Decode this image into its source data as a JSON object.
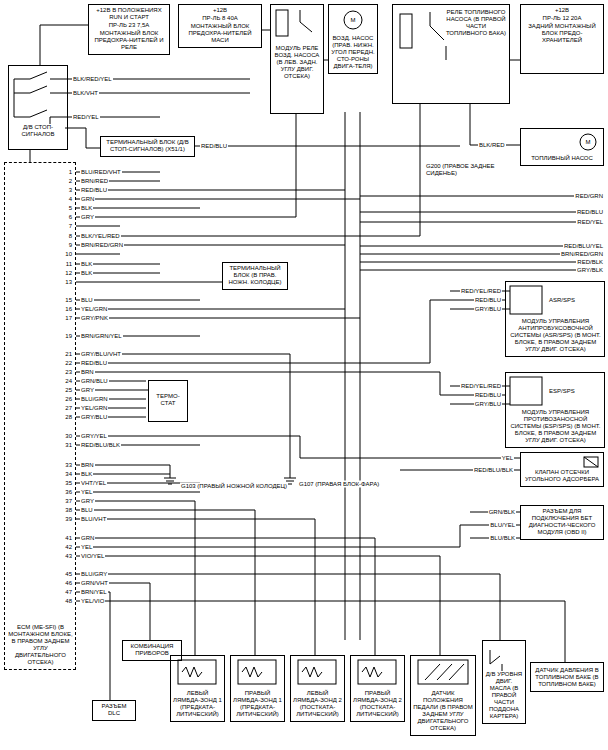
{
  "diagram": {
    "nodes": [
      {
        "text": [
          "+12В В ПОЛОЖЕНИЯХ RUN И СТАРТ",
          "ПР-ЛЬ 23 7,5А",
          "МОНТАЖНЫЙ БЛОК ПРЕДОХРА-НИТЕЛЕЙ И РЕЛЕ"
        ]
      },
      {
        "text": [
          "+12В",
          "ПР-ЛЬ 8 40А",
          "МОНТАЖНЫЙ БЛОК ПРЕДОХРА-НИТЕЛЕЙ МАСИ"
        ]
      },
      {
        "text": [
          "МОДУЛЬ РЕЛЕ ВОЗД. НАСОСА (В ЛЕВ. ЗАДН. УГЛУ ДВИГ. ОТСЕКА)"
        ]
      },
      {
        "text": [
          "ВОЗД. НАСОС (ПРАВ. НИЖН. УГОЛ ПЕРЕДН. СТО-РОНЫ ДВИГА-ТЕЛЯ)"
        ]
      },
      {
        "text": [
          "РЕЛЕ ТОПЛИВНОГО НАСОСА (В ПРАВОЙ ЧАСТИ ТОПЛИВНОГО БАКА)"
        ]
      },
      {
        "text": [
          "+12В",
          "ПР-ЛЬ 12 20А",
          "ЗАДНИЙ МОНТАЖНЫЙ БЛОК ПРЕДО-ХРАНИТЕЛЕЙ"
        ]
      },
      {
        "text": [
          "Д/В СТОП-СИГНАЛОВ"
        ]
      },
      {
        "text": [
          "ТЕРМИНАЛЬНЫЙ БЛОК (Д/В СТОП-СИГНАЛОВ) (X51/1)"
        ]
      },
      {
        "text": [
          "ТОПЛИВНЫЙ НАСОС"
        ]
      },
      {
        "text": [
          "ECM (ME-SFI) (В МОНТАЖНОМ БЛОКЕ, В ПРАВОМ ЗАДНЕМ УГЛУ ДВИГАТЕЛЬНОГО ОТСЕКА)"
        ]
      },
      {
        "text": [
          "ТЕРМИНАЛЬНЫЙ БЛОК (В ПРАВ. НОЖН. КОЛОДЦЕ)"
        ]
      },
      {
        "text": [
          "ТЕРМО-СТАТ"
        ]
      },
      {
        "text": [
          "МОДУЛЬ УПРАВЛЕНИЯ АНТИПРОБУКСОВОЧНОЙ СИСТЕМЫ (ASR/SPS) (В МОНТ. БЛОКЕ, В ПРАВОМ ЗАДНЕМ УГЛУ ДВИГ. ОТСЕКА)"
        ]
      },
      {
        "text": [
          "МОДУЛЬ УПРАВЛЕНИЯ ПРОТИВОЗАНОСНОЙ СИСТЕМЫ (ESP/SPS) (В МОНТ. БЛОКЕ, В ПРАВОМ ЗАДНЕМ УГЛУ ДВИГ. ОТСЕКА)"
        ]
      },
      {
        "text": [
          "КЛАПАН ОТСЕЧКИ УГОЛЬНОГО АДСОРБЕРА"
        ]
      },
      {
        "text": [
          "РАЗЪЕМ ДЛЯ ПОДКЛЮЧЕНИЯ БЕТ ДИАГНОСТИ-ЧЕСКОГО МОДУЛЯ (OBD II)"
        ]
      },
      {
        "text": [
          "КОМБИНАЦИЯ ПРИБОРОВ"
        ]
      },
      {
        "text": [
          "РАЗЪЕМ DLC"
        ]
      },
      {
        "text": [
          "ЛЕВЫЙ ЛЯМБДА-ЗОНД 1 (ПРЕДКАТА-ЛИТИЧЕСКИЙ)"
        ]
      },
      {
        "text": [
          "ПРАВЫЙ ЛЯМБДА-ЗОНД 1 (ПРЕДКАТА-ЛИТИЧЕСКИЙ)"
        ]
      },
      {
        "text": [
          "ЛЕВЫЙ ЛЯМБДА-ЗОНД 2 (ПОСТКАТА-ЛИТИЧЕСКИЙ)"
        ]
      },
      {
        "text": [
          "ПРАВЫЙ ЛЯМБДА-ЗОНД 2 (ПОСТКАТА-ЛИТИЧЕСКИЙ)"
        ]
      },
      {
        "text": [
          "ДАТЧИК ПОЛОЖЕНИЯ ПЕДАЛИ (В ПРАВОМ ЗАДНЕМ УГЛУ ДВИГАТЕЛЬНОГО ОТСЕКА)"
        ]
      },
      {
        "text": [
          "Д/В УРОВНЯ ДВИГ. МАСЛА (В ПРАВОЙ ЧАСТИ ПОДДОНА КАРТЕРА)"
        ]
      },
      {
        "text": [
          "ДАТЧИК ДАВЛЕНИЯ В ТОПЛИВНОМ БАКЕ (В ТОПЛИВНОМ БАКЕ)"
        ]
      }
    ],
    "edges": [
      {
        "from": 0,
        "to": 6,
        "arrow": "none"
      },
      {
        "from": 1,
        "to": 2,
        "arrow": "none"
      },
      {
        "from": 2,
        "to": 3,
        "arrow": "none"
      },
      {
        "from": 5,
        "to": 4,
        "arrow": "none"
      },
      {
        "from": 4,
        "to": 8,
        "arrow": "none"
      },
      {
        "from": 6,
        "to": 7,
        "arrow": "none"
      },
      {
        "from": 6,
        "to": 9,
        "arrow": "none"
      },
      {
        "from": 9,
        "to": 2,
        "arrow": "none"
      },
      {
        "from": 9,
        "to": 4,
        "arrow": "none"
      },
      {
        "from": 9,
        "to": 10,
        "arrow": "none"
      },
      {
        "from": 9,
        "to": 12,
        "arrow": "none"
      },
      {
        "from": 9,
        "to": 13,
        "arrow": "none"
      },
      {
        "from": 9,
        "to": 11,
        "arrow": "none"
      },
      {
        "from": 9,
        "to": 14,
        "arrow": "none"
      },
      {
        "from": 9,
        "to": 15,
        "arrow": "none"
      },
      {
        "from": 9,
        "to": 16,
        "arrow": "none"
      },
      {
        "from": 9,
        "to": 17,
        "arrow": "none"
      },
      {
        "from": 9,
        "to": 18,
        "arrow": "none"
      },
      {
        "from": 9,
        "to": 19,
        "arrow": "none"
      },
      {
        "from": 9,
        "to": 20,
        "arrow": "none"
      },
      {
        "from": 9,
        "to": 21,
        "arrow": "none"
      },
      {
        "from": 9,
        "to": 22,
        "arrow": "none"
      },
      {
        "from": 9,
        "to": 23,
        "arrow": "none"
      },
      {
        "from": 9,
        "to": 24,
        "arrow": "none"
      }
    ],
    "labels": [
      "1",
      "BLU/RED/VHT",
      "2",
      "BRN/RED",
      "3",
      "RED/BLU",
      "4",
      "GRN",
      "5",
      "BLK",
      "6",
      "GRY",
      "7",
      "8",
      "BLK/YEL/RED",
      "9",
      "BRN/RED/GRN",
      "10",
      "11",
      "BLK",
      "12",
      "BLK",
      "13",
      "15",
      "BLU",
      "16",
      "YEL/GRN",
      "17",
      "GRY/PNK",
      "19",
      "BRN/GRN/YEL",
      "21",
      "GRY/BLU/VHT",
      "22",
      "RED/BLU",
      "23",
      "BRN",
      "24",
      "GRN/BLU",
      "25",
      "GRY",
      "26",
      "BLU/GRN",
      "27",
      "YEL/GRN",
      "28",
      "GRY/BLU",
      "30",
      "GRY/YEL",
      "31",
      "RED/BLU/BLK",
      "33",
      "BRN",
      "34",
      "BLK",
      "35",
      "VHT/YEL",
      "36",
      "YEL",
      "37",
      "GRY",
      "38",
      "BLU",
      "39",
      "BLU/VHT",
      "41",
      "GRN",
      "42",
      "YEL",
      "43",
      "VIO/YEL",
      "45",
      "BLU/GRY",
      "46",
      "GRN/VHT",
      "47",
      "BRN/YEL",
      "48",
      "YEL/VIO",
      "BLK/RED/YEL",
      "BLK/VHT",
      "RED/YEL",
      "RED/BLU",
      "M",
      "M",
      "BLK/RED",
      "G200 (ПРАВОЕ ЗАДНЕЕ СИДЕНЬЕ)",
      "RED/GRN",
      "RED/BLU",
      "RED/YEL",
      "RED/BLU/YEL",
      "BRN/RED/GRN",
      "RED/BLK",
      "GRY/BLK",
      "RED/YEL/RED",
      "RED/BLU",
      "GRY/BLU",
      "ASR/SPS",
      "RED/YEL/RED",
      "RED/BLU",
      "GRY/BLU",
      "ESP/SPS",
      "YEL",
      "RED/BLU/BLK",
      "GRN/BLK",
      "BLU/YEL",
      "BLU/BLK",
      "G103 (ПРАВЫЙ НОЖНОЙ КОЛОДЕЦ)",
      "G107 (ПРАВАЯ БЛОК-ФАРА)"
    ]
  }
}
